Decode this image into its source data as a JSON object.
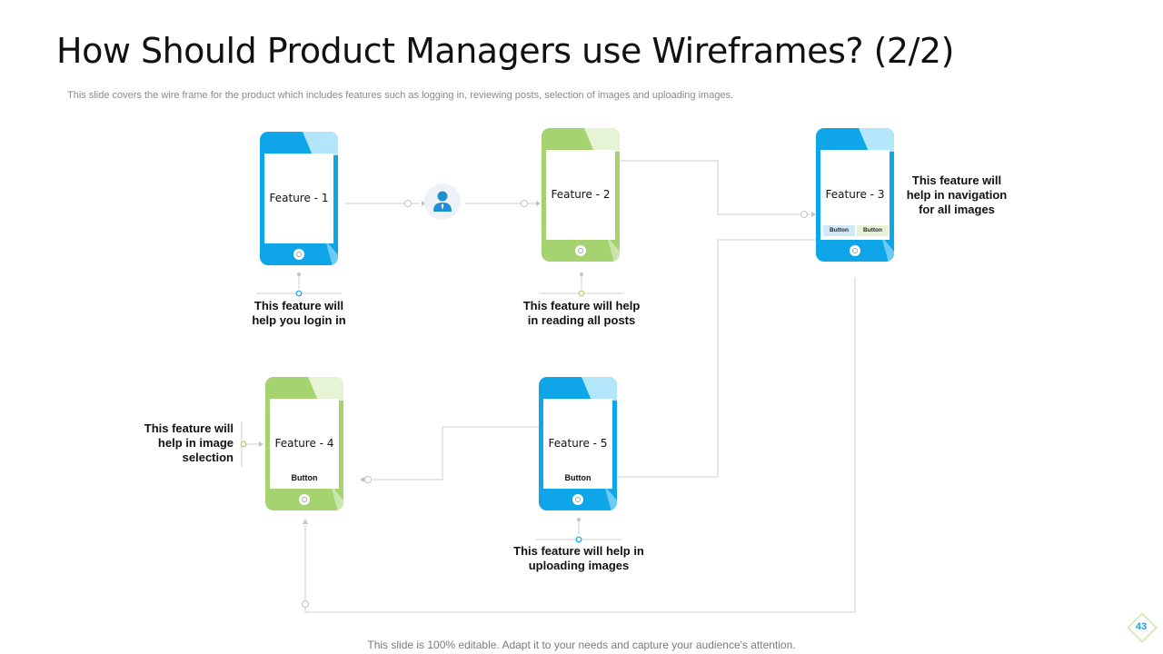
{
  "slide": {
    "title": "How Should Product Managers use Wireframes? (2/2)",
    "subtitle": "This slide covers the wire frame for the product which includes features such as logging in, reviewing posts, selection of images and uploading images.",
    "footer": "This slide is 100% editable. Adapt it to your needs and capture your audience's attention.",
    "page_number": "43"
  },
  "features": [
    {
      "label": "Feature - 1",
      "description": [
        "This feature will",
        "help you login in"
      ],
      "color": "#0ea5e9"
    },
    {
      "label": "Feature - 2",
      "description": [
        "This feature will help",
        "in reading all posts"
      ],
      "color": "#a5d36f"
    },
    {
      "label": "Feature - 3",
      "description": [
        "This feature will",
        "help in navigation",
        "for all images"
      ],
      "color": "#0ea5e9",
      "buttons": [
        "Button",
        "Button"
      ]
    },
    {
      "label": "Feature - 4",
      "description": [
        "This feature will",
        "help in image",
        "selection"
      ],
      "color": "#a5d36f",
      "button": "Button"
    },
    {
      "label": "Feature - 5",
      "description": [
        "This feature will help in",
        "uploading images"
      ],
      "color": "#0ea5e9",
      "button": "Button"
    }
  ],
  "icons": {
    "user": "user-icon",
    "home_button": "home-button-icon",
    "page_badge": "diamond-icon"
  },
  "colors": {
    "blue": "#0ea5e9",
    "green": "#a5d36f",
    "connector": "#c9c9c9"
  }
}
